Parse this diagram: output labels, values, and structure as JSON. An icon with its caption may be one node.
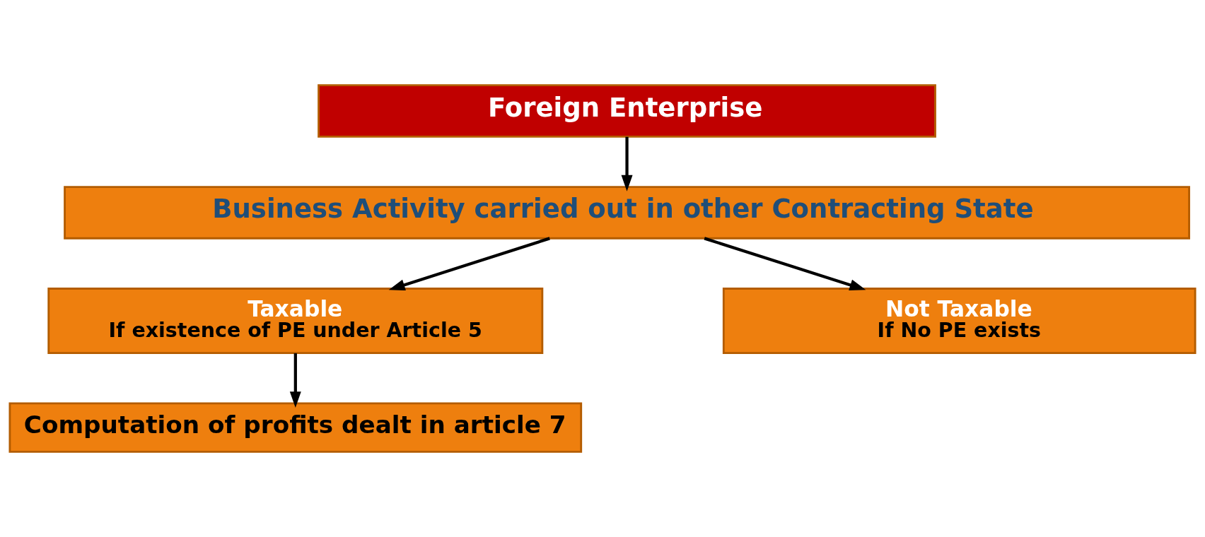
{
  "diagram": {
    "nodes": [
      {
        "text": [
          "Foreign Enterprise"
        ]
      },
      {
        "text": [
          "Business Activity carried out in other Contracting State"
        ]
      },
      {
        "text": [
          "Taxable",
          "If existence of PE under Article 5"
        ]
      },
      {
        "text": [
          "Not Taxable",
          "If No PE exists"
        ]
      },
      {
        "text": [
          "Computation of profits dealt in article 7"
        ]
      }
    ],
    "edges": [
      {
        "from": 0,
        "to": 1,
        "arrow": "to"
      },
      {
        "from": 1,
        "to": 2,
        "arrow": "to"
      },
      {
        "from": 1,
        "to": 3,
        "arrow": "to"
      },
      {
        "from": 2,
        "to": 4,
        "arrow": "to"
      }
    ]
  }
}
